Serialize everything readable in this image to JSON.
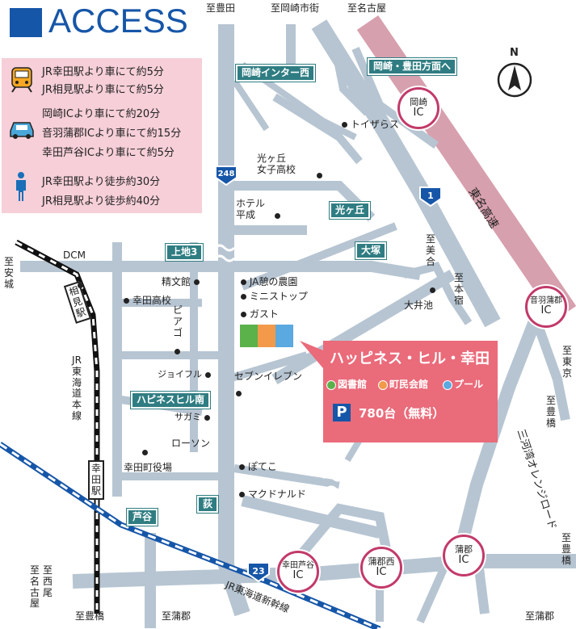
{
  "title": "ACCESS",
  "info": {
    "train_lines": [
      "JR幸田駅より車にて約5分",
      "JR相見駅より車にて約5分"
    ],
    "car_lines": [
      "岡崎ICより車にて約20分",
      "音羽蒲郡ICより車にて約15分",
      "幸田芦谷ICより車にて約5分"
    ],
    "walk_lines": [
      "JR幸田駅より徒歩約30分",
      "JR相見駅より徒歩約40分"
    ],
    "icons": [
      "train-icon",
      "car-icon",
      "pedestrian-icon"
    ]
  },
  "compass": "N",
  "directions": {
    "to_toyota": "至豊田",
    "to_okazaki_city": "至岡崎市街",
    "to_nagoya": "至名古屋",
    "to_anjo": "至安城",
    "to_mie": "至美合",
    "to_motojuku": "至本宿",
    "to_tokyo": "至東京",
    "to_toyohashi_right": "至豊橋",
    "to_toyohashi_lower_right": "至豊橋",
    "to_gamagori_right": "至蒲郡",
    "to_nishio": "至西尾",
    "to_nagoya_left": "至名古屋",
    "to_toyohashi_bottom": "至豊橋",
    "to_gamagori_bottom": "至蒲郡"
  },
  "signs": {
    "okazaki_ic_west": "岡崎インター西",
    "okazaki_toyota": "岡崎・豊田方面へ",
    "hikarigaoka": "光ヶ丘",
    "kamiji3": "上地3",
    "otsuka": "大塚",
    "happiness_south": "ハピネスヒル南",
    "ashiya": "芦谷",
    "ogi": "荻"
  },
  "ic": {
    "okazaki": [
      "岡崎",
      "IC"
    ],
    "otowa_gamagori": [
      "音羽蒲郡",
      "IC"
    ],
    "kota_ashiya": [
      "幸田芦谷",
      "IC"
    ],
    "gamagori_nishi": [
      "蒲郡西",
      "IC"
    ],
    "gamagori": [
      "蒲郡",
      "IC"
    ]
  },
  "routes": {
    "r248": "248",
    "r1": "1",
    "r23": "23"
  },
  "roads": {
    "tomei": "東名高速",
    "mikawa_orange": "三河湾オレンジロード",
    "jr_main": "JR東海道本線",
    "shinkansen": "JR東海道新幹線"
  },
  "stations": {
    "aimi": "相見駅",
    "kota": "幸田駅"
  },
  "places": {
    "toys": "トイザらス",
    "hikari_school": "光ヶ丘\n女子高校",
    "hotel": "ホテル\n平成",
    "dcm": "DCM",
    "seibunkan": "精文館",
    "ja": "JA憩の農園",
    "ministop": "ミニストップ",
    "kota_hs": "幸田高校",
    "piago": "ピアゴ",
    "gusto": "ガスト",
    "jyoifull": "ジョイフル",
    "seven": "セブンイレブン",
    "sagami": "サガミ",
    "lawson": "ローソン",
    "town_hall": "幸田町役場",
    "poteko": "ぽてこ",
    "mcd": "マクドナルド",
    "oikike": "大井池"
  },
  "destination": {
    "name": "ハッピネス・ヒル・幸田",
    "facilities": [
      {
        "label": "図書館",
        "color": "#5bb14a"
      },
      {
        "label": "町民会館",
        "color": "#f29a4a"
      },
      {
        "label": "プール",
        "color": "#5aa9e0"
      }
    ],
    "parking_symbol": "P",
    "parking": "780台（無料）"
  },
  "colors": {
    "accent": "#1656a8",
    "road": "#b7c5d2",
    "expressway": "#d7a0ae",
    "callout": "#ea6b7a",
    "sign": "#2f7d82",
    "ic_ring": "#c23a6a",
    "info_bg": "#f6cfd8"
  }
}
